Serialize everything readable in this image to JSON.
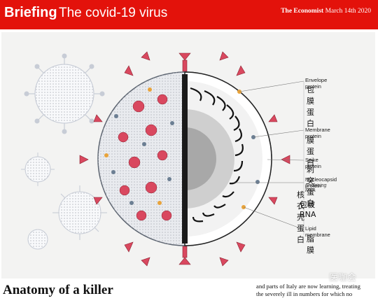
{
  "header": {
    "section": "Briefing",
    "headline": "The covid-19 virus",
    "publication": "The Economist",
    "date": "March 14th 2020"
  },
  "figure": {
    "labels": [
      {
        "en": "Envelope protein",
        "cn": "包膜蛋白"
      },
      {
        "en": "Membrane protein",
        "cn": "膜蛋白"
      },
      {
        "en": "Spike protein",
        "cn": "刺突蛋白"
      },
      {
        "en": "Nucleocapsid protein",
        "sub": "Enclosing RNA",
        "cn": "核衣壳蛋白",
        "cn2": "包被RNA"
      },
      {
        "en": "Lipid membrane",
        "cn": "脂膜"
      }
    ]
  },
  "article": {
    "title": "Anatomy of a killer",
    "body_line1": "and parts of Italy are now learning, treating",
    "body_line2": "the severely ill in numbers for which no"
  },
  "watermark": "医咖会",
  "colors": {
    "banner": "#e3120b",
    "spike": "#d9485f",
    "membrane": "#6c7f93",
    "envelope": "#e8a33a"
  }
}
